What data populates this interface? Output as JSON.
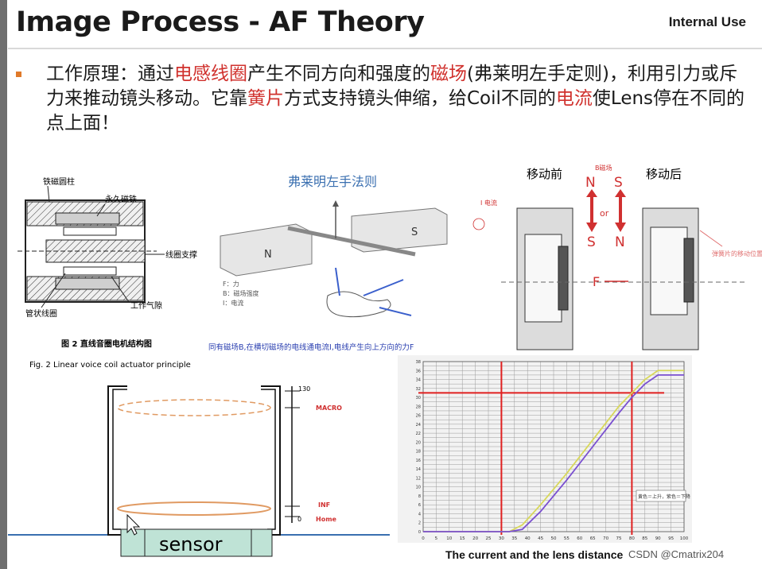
{
  "header": {
    "title": "Image Process - AF Theory",
    "tag": "Internal Use"
  },
  "description": {
    "segments": [
      {
        "text": "工作原理：通过",
        "highlight": false
      },
      {
        "text": "电感线圈",
        "highlight": true
      },
      {
        "text": "产生不同方向和强度的",
        "highlight": false
      },
      {
        "text": "磁场",
        "highlight": true
      },
      {
        "text": "(弗莱明左手定则)，利用引力或斥力来推动镜头移动。它靠",
        "highlight": false
      },
      {
        "text": "簧片",
        "highlight": true
      },
      {
        "text": "方式支持镜头伸缩，给Coil不同的",
        "highlight": false
      },
      {
        "text": "电流",
        "highlight": true
      },
      {
        "text": "使Lens停在不同的点上面！",
        "highlight": false
      }
    ],
    "highlight_color": "#d0312d"
  },
  "motor_figure": {
    "labels": {
      "yoke": "铁磁圆柱",
      "magnet": "永久磁铁",
      "coil_support": "线圈支撑",
      "coil": "管状线圈",
      "air_gap": "工作气隙"
    },
    "caption_cn": "图 2   直线音圈电机结构图",
    "caption_en": "Fig. 2   Linear voice coil actuator principle"
  },
  "fleming_figure": {
    "title": "弗莱明左手法则",
    "pole_n": "N",
    "pole_s": "S",
    "legend": [
      "F：力",
      "B：磁场强度",
      "I：电流"
    ],
    "caption": "同有磁场B,在横切磁场的电线通电流I,电线产生向上方向的力F"
  },
  "movement_figure": {
    "before": "移动前",
    "after": "移动后",
    "magnetic_field": "B磁场",
    "current": "I 电流",
    "force": "F",
    "or": "or",
    "n": "N",
    "s": "S",
    "spring_note": "弹簧片的移动位置"
  },
  "lens_figure": {
    "sensor": "sensor",
    "macro": "MACRO",
    "inf": "INF",
    "home": "Home",
    "top_value": "130",
    "zero": "0"
  },
  "curve_chart": {
    "caption": "The current and the lens distance",
    "legend_note": "黄色＝上升，紫色＝下降"
  },
  "watermark": "CSDN @Cmatrix204",
  "chart_data": {
    "type": "line",
    "x": [
      0,
      10,
      20,
      30,
      33,
      38,
      45,
      55,
      65,
      75,
      80,
      85,
      90,
      95,
      100
    ],
    "series": [
      {
        "name": "",
        "color": "#d8d85a",
        "values": [
          0,
          0,
          0,
          0,
          0,
          1.5,
          6,
          13,
          20.5,
          28,
          31,
          34,
          36,
          36,
          36
        ]
      },
      {
        "name": "",
        "color": "#7a4fd0",
        "values": [
          0,
          0,
          0,
          0,
          0,
          0.5,
          4.5,
          11.5,
          19,
          26.5,
          30,
          33,
          35,
          35,
          35
        ]
      }
    ],
    "markers": {
      "vertical": [
        30,
        80
      ],
      "horizontal": 31,
      "color": "#e02020"
    },
    "xlim": [
      0,
      100
    ],
    "ylim": [
      0,
      38
    ],
    "xticks": [
      0,
      5,
      10,
      15,
      20,
      25,
      30,
      35,
      40,
      45,
      50,
      55,
      60,
      65,
      70,
      75,
      80,
      85,
      90,
      95,
      100
    ],
    "title": "The current and the lens distance",
    "xlabel": "",
    "ylabel": "",
    "grid": true
  }
}
